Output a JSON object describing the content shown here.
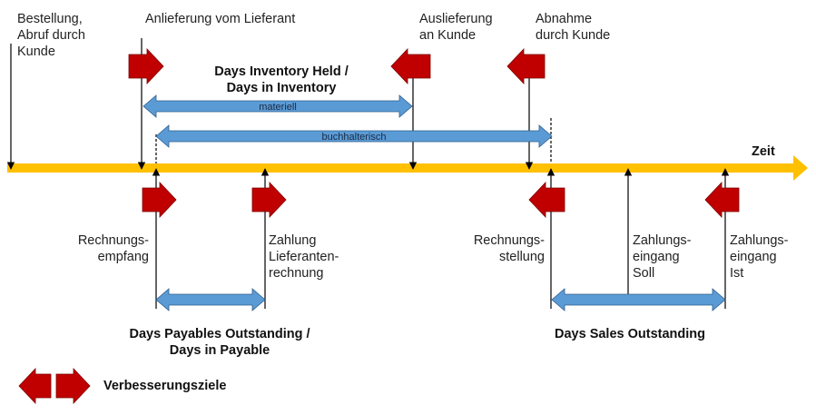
{
  "time_label": "Zeit",
  "events": {
    "order": "Bestellung,\nAbruf durch\nKunde",
    "supplier_delivery": "Anlieferung vom Lieferant",
    "customer_delivery": "Auslieferung\nan Kunde",
    "customer_acceptance": "Abnahme\ndurch Kunde",
    "invoice_receipt": "Rechnungs-\nempfang",
    "supplier_payment": "Zahlung\nLieferanten-\nrechnung",
    "invoicing": "Rechnungs-\nstellung",
    "payment_target": "Zahlungs-\neingang\nSoll",
    "payment_actual": "Zahlungs-\neingang\nIst"
  },
  "spans": {
    "dih_title": "Days Inventory Held /\nDays in Inventory",
    "material": "materiell",
    "accounting": "buchhalterisch",
    "dpo_title": "Days Payables Outstanding /\nDays in Payable",
    "dso_title": "Days Sales Outstanding"
  },
  "legend": {
    "label": "Verbesserungsziele"
  },
  "colors": {
    "timeline": "#FFC000",
    "span_arrow": "#5B9BD5",
    "target_arrow": "#C00000"
  }
}
